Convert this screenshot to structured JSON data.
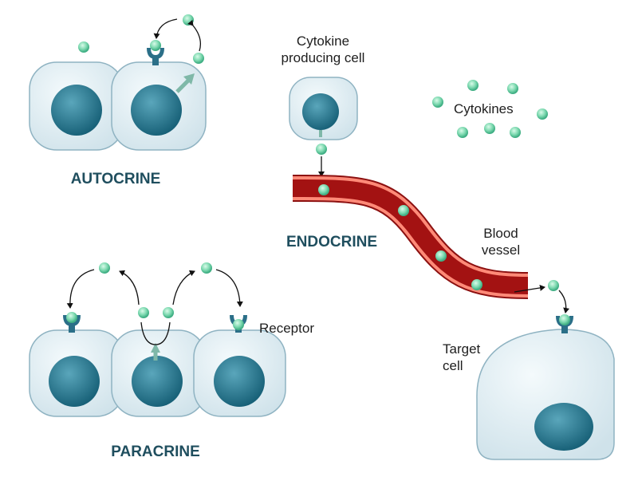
{
  "labels": {
    "autocrine": "AUTOCRINE",
    "paracrine": "PARACRINE",
    "endocrine": "ENDOCRINE",
    "cytokine_producing_line1": "Cytokine",
    "cytokine_producing_line2": "producing cell",
    "cytokines": "Cytokines",
    "blood_line1": "Blood",
    "blood_line2": "vessel",
    "receptor": "Receptor",
    "target_line1": "Target",
    "target_line2": "cell"
  },
  "colors": {
    "title_text": "#1f4e5e",
    "cell_fill": "#dbe9ef",
    "nucleus": "#1e6d86",
    "cytokine": "#7dd9b0",
    "blood_vessel": "#a31212",
    "receptor": "#2b6f88"
  }
}
